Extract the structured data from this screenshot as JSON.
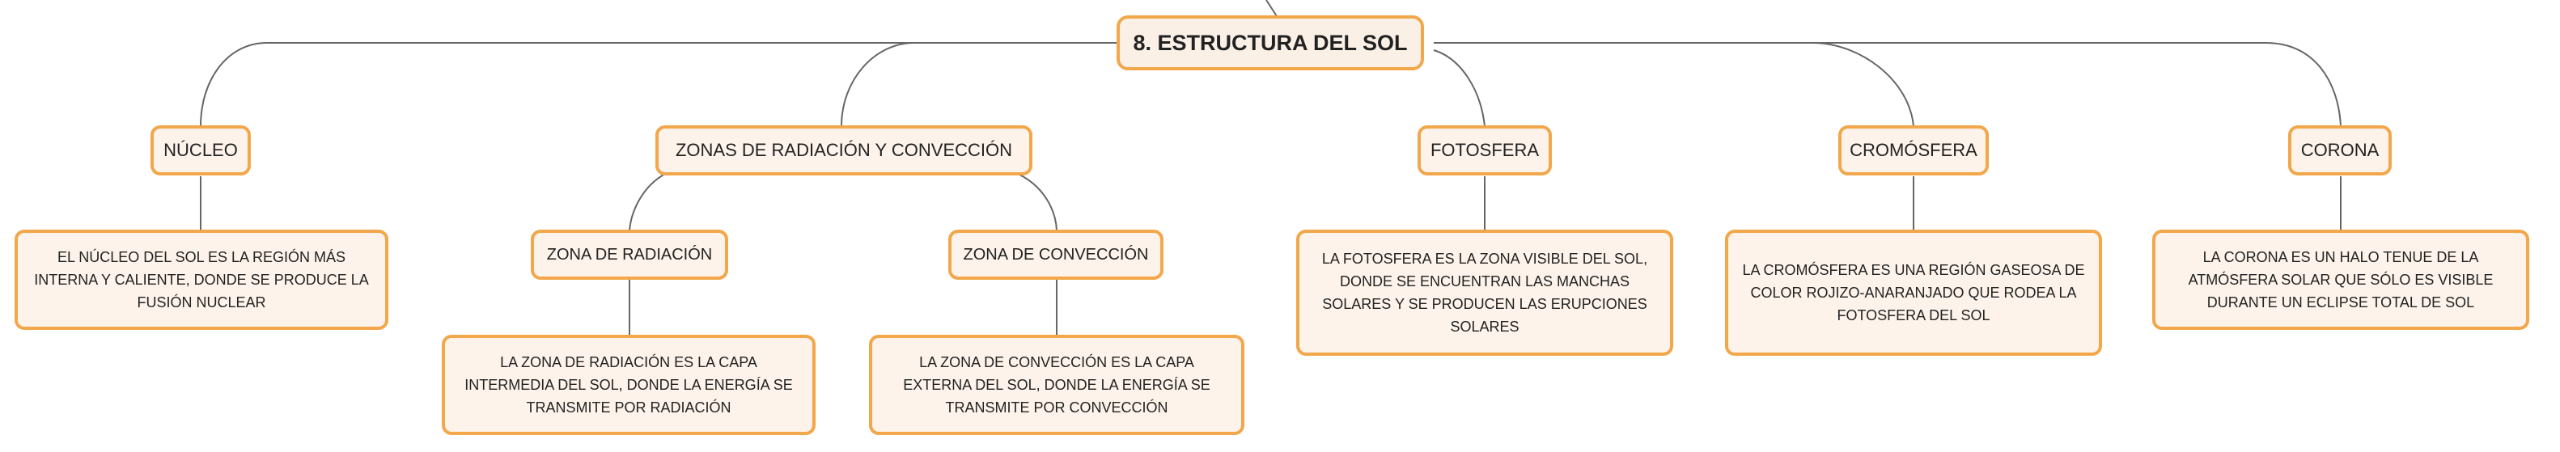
{
  "root": "8. ESTRUCTURA DEL SOL",
  "topics": {
    "nucleo": {
      "title": "NÚCLEO",
      "desc": "EL NÚCLEO DEL SOL ES LA REGIÓN MÁS INTERNA Y CALIENTE, DONDE SE PRODUCE LA FUSIÓN NUCLEAR"
    },
    "zonas": {
      "title": "ZONAS DE RADIACIÓN Y CONVECCIÓN",
      "radiacion": {
        "title": "ZONA DE RADIACIÓN",
        "desc": "LA ZONA DE RADIACIÓN ES LA CAPA INTERMEDIA DEL SOL, DONDE LA ENERGÍA SE TRANSMITE POR RADIACIÓN"
      },
      "conveccion": {
        "title": "ZONA DE CONVECCIÓN",
        "desc": "LA ZONA DE CONVECCIÓN ES LA CAPA EXTERNA DEL SOL, DONDE LA ENERGÍA SE TRANSMITE POR CONVECCIÓN"
      }
    },
    "fotosfera": {
      "title": "FOTOSFERA",
      "desc": "LA FOTOSFERA ES LA ZONA VISIBLE DEL SOL, DONDE SE ENCUENTRAN LAS MANCHAS SOLARES Y SE PRODUCEN LAS ERUPCIONES SOLARES"
    },
    "cromosfera": {
      "title": "CROMÓSFERA",
      "desc": "LA CROMÓSFERA ES UNA REGIÓN GASEOSA DE COLOR ROJIZO-ANARANJADO QUE RODEA LA FOTOSFERA DEL SOL"
    },
    "corona": {
      "title": "CORONA",
      "desc": "LA CORONA ES UN HALO TENUE DE LA ATMÓSFERA SOLAR QUE SÓLO ES VISIBLE DURANTE UN ECLIPSE TOTAL DE SOL"
    }
  },
  "colors": {
    "border": "#f2a74b",
    "fill": "#fdf3ea",
    "line": "#666666"
  }
}
